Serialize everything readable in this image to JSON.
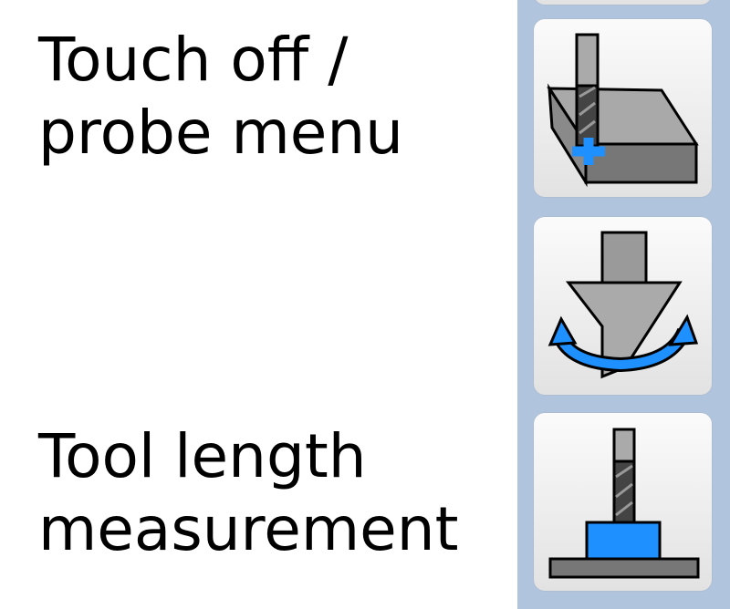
{
  "labels": {
    "touch_off": "Touch off /\nprobe menu",
    "tool_length": "Tool length\nmeasurement"
  },
  "buttons": [
    {
      "icon": "partial-button-above"
    },
    {
      "icon": "touch-off-probe-icon"
    },
    {
      "icon": "tool-rotate-icon"
    },
    {
      "icon": "tool-length-measure-icon"
    }
  ],
  "colors": {
    "panel": "#b0c4de",
    "accent": "#1e90ff",
    "gray": "#7a7a7a"
  }
}
